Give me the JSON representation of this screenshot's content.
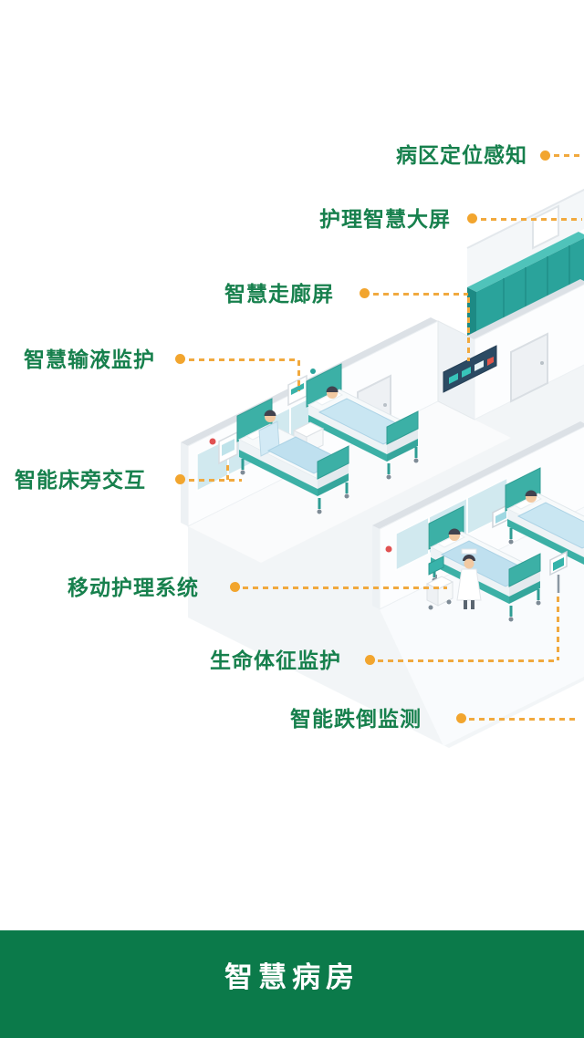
{
  "callouts": [
    {
      "id": "ward-positioning",
      "label": "病区定位感知"
    },
    {
      "id": "nursing-big-screen",
      "label": "护理智慧大屏"
    },
    {
      "id": "smart-corridor-screen",
      "label": "智慧走廊屏"
    },
    {
      "id": "smart-infusion-monitoring",
      "label": "智慧输液监护"
    },
    {
      "id": "smart-bedside-interaction",
      "label": "智能床旁交互"
    },
    {
      "id": "mobile-nursing-system",
      "label": "移动护理系统"
    },
    {
      "id": "vital-signs-monitoring",
      "label": "生命体征监护"
    },
    {
      "id": "smart-fall-detection",
      "label": "智能跌倒监测"
    }
  ],
  "footer": {
    "title": "智慧病房"
  },
  "colors": {
    "label_green": "#17804d",
    "leader_orange": "#f1a93e",
    "dot_orange": "#f2a52e",
    "footer_green": "#0b7a4a",
    "cabinet_teal": "#2aa39b",
    "bed_teal": "#3cb0a6",
    "screen_navy": "#2b4a63"
  },
  "illustration": {
    "name": "isometric-smart-ward-scene"
  }
}
